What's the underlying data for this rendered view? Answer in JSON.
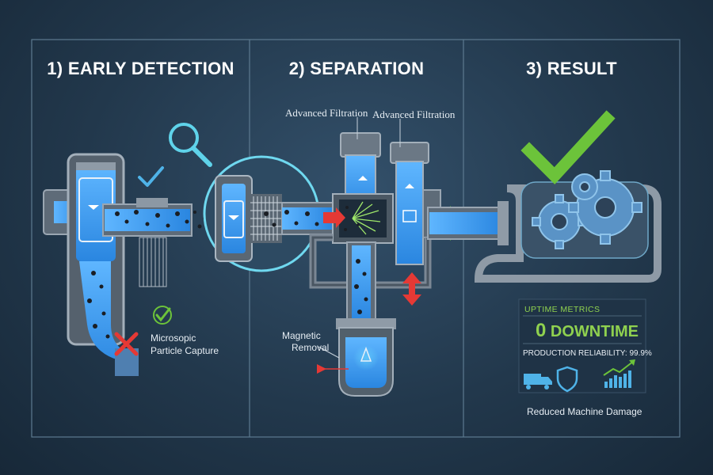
{
  "panels": [
    {
      "title": "1) EARLY DETECTION"
    },
    {
      "title": "2) SEPARATION"
    },
    {
      "title": "3) RESULT"
    }
  ],
  "labels": {
    "filtration_left": "Advanced Filtration",
    "filtration_right": "Advanced Filtration",
    "particle_capture_line1": "Microsopic",
    "particle_capture_line2": "Particle Capture",
    "magnetic_line1": "Magnetic",
    "magnetic_line2": "Removal",
    "reduced_damage": "Reduced Machine Damage"
  },
  "metrics": {
    "heading": "UPTIME METRICS",
    "downtime_value": "0",
    "downtime_label": "DOWNTIME",
    "reliability": "PRODUCTION RELIABILITY: 99.9%"
  },
  "colors": {
    "water": "#3d9df0",
    "pipe": "#7b8794",
    "accent_cyan": "#5fd3ea",
    "check_green": "#6cc33a",
    "error_red": "#e53935"
  },
  "icons": [
    "magnifier-icon",
    "checkmark-icon",
    "cross-icon",
    "gears-icon",
    "truck-icon",
    "shield-icon",
    "growth-chart-icon",
    "arrow-icon"
  ]
}
